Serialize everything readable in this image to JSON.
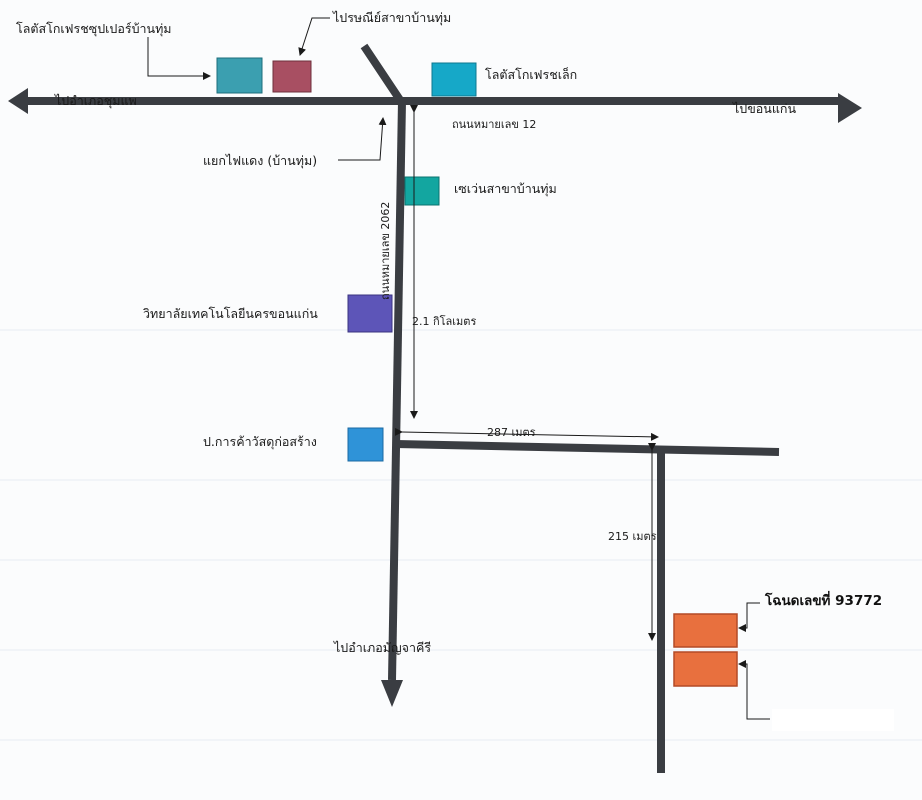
{
  "labels": {
    "lotus_super": "โลตัสโกเฟรชซุปเปอร์บ้านทุ่ม",
    "post_office": "ไปรษณีย์สาขาบ้านทุ่ม",
    "lotus_small": "โลตัสโกเฟรชเล็ก",
    "to_chumphae": "ไปอำเภอชุมแพ",
    "to_khonkaen": "ไปขอนแก่น",
    "road_12": "ถนนหมายเลข 12",
    "traffic_light": "แยกไฟแดง (บ้านทุ่ม)",
    "seven_eleven": "เซเว่นสาขาบ้านทุ่ม",
    "road_2062": "ถนนหมายเลข 2062",
    "college": "วิทยาลัยเทคโนโลยีนครขอนแก่น",
    "dist_2_1km": "2.1 กิโลเมตร",
    "construction_shop": "ป.การค้าวัสดุก่อสร้าง",
    "dist_287m": "287 เมตร",
    "dist_215m": "215 เมตร",
    "deed": "โฉนดเลขที่ 93772",
    "to_mancha": "ไปอำเภอมัญจาคีรี"
  },
  "colors": {
    "road": "#3a3d42",
    "lotus_super": "#3b9fb0",
    "post_office": "#a84f62",
    "lotus_small": "#16a8c8",
    "seven_eleven": "#13a6a0",
    "college": "#5d55b8",
    "construction_shop": "#2f93d8",
    "deed_plot": "#e8703e",
    "deed_plot_border": "#b34a26"
  }
}
